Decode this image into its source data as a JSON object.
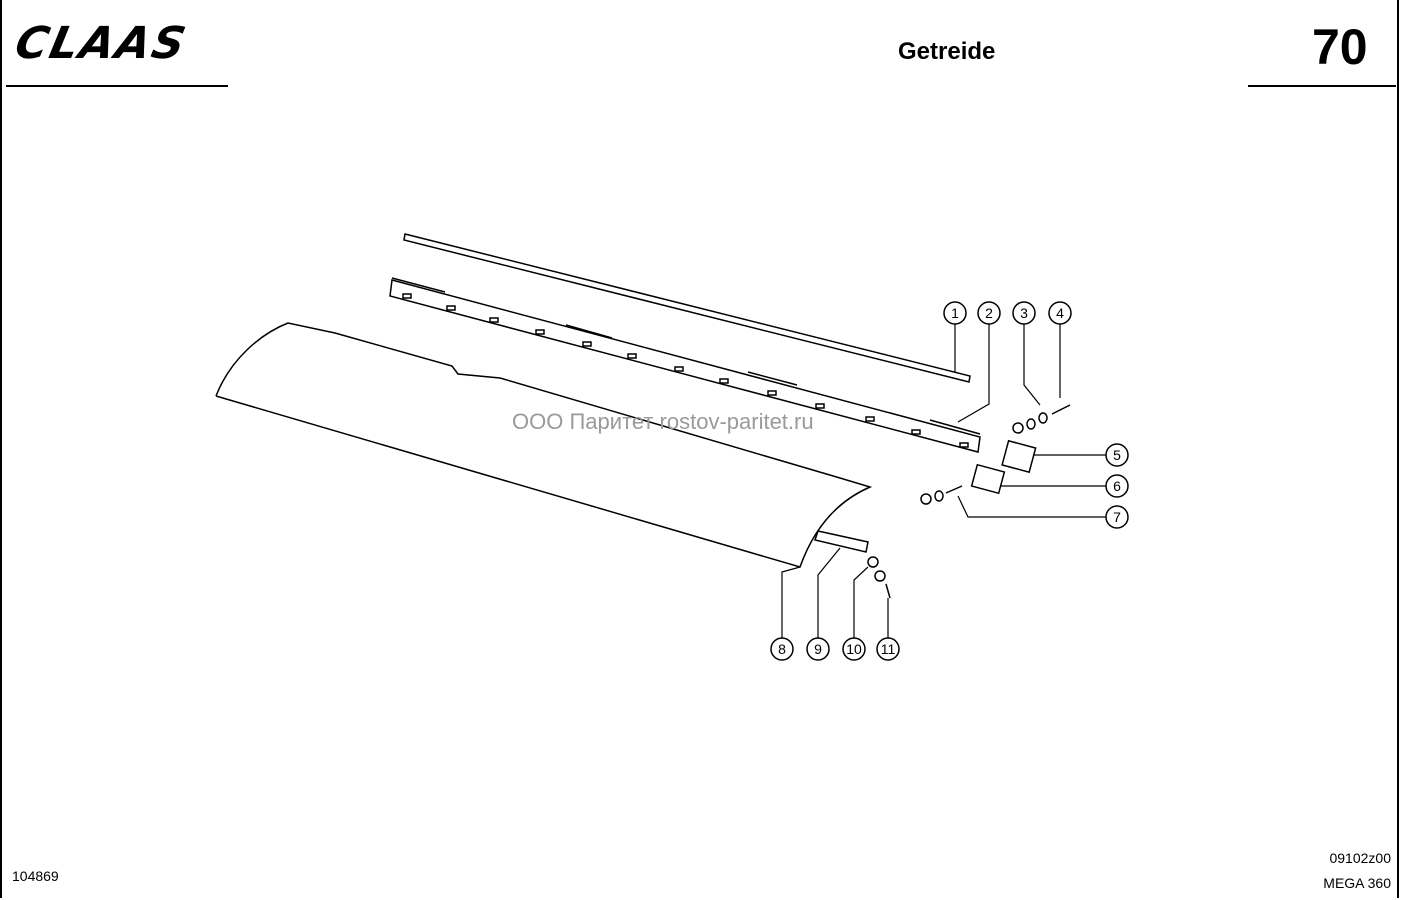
{
  "header": {
    "logo": "CLAAS",
    "title": "Getreide",
    "page_number": "70"
  },
  "footer": {
    "ref_left": "104869",
    "ref_code": "09102z00",
    "model": "MEGA 360"
  },
  "watermark": "ООО Паритет    rostov-paritet.ru",
  "callouts": [
    "1",
    "2",
    "3",
    "4",
    "5",
    "6",
    "7",
    "8",
    "9",
    "10",
    "11"
  ]
}
